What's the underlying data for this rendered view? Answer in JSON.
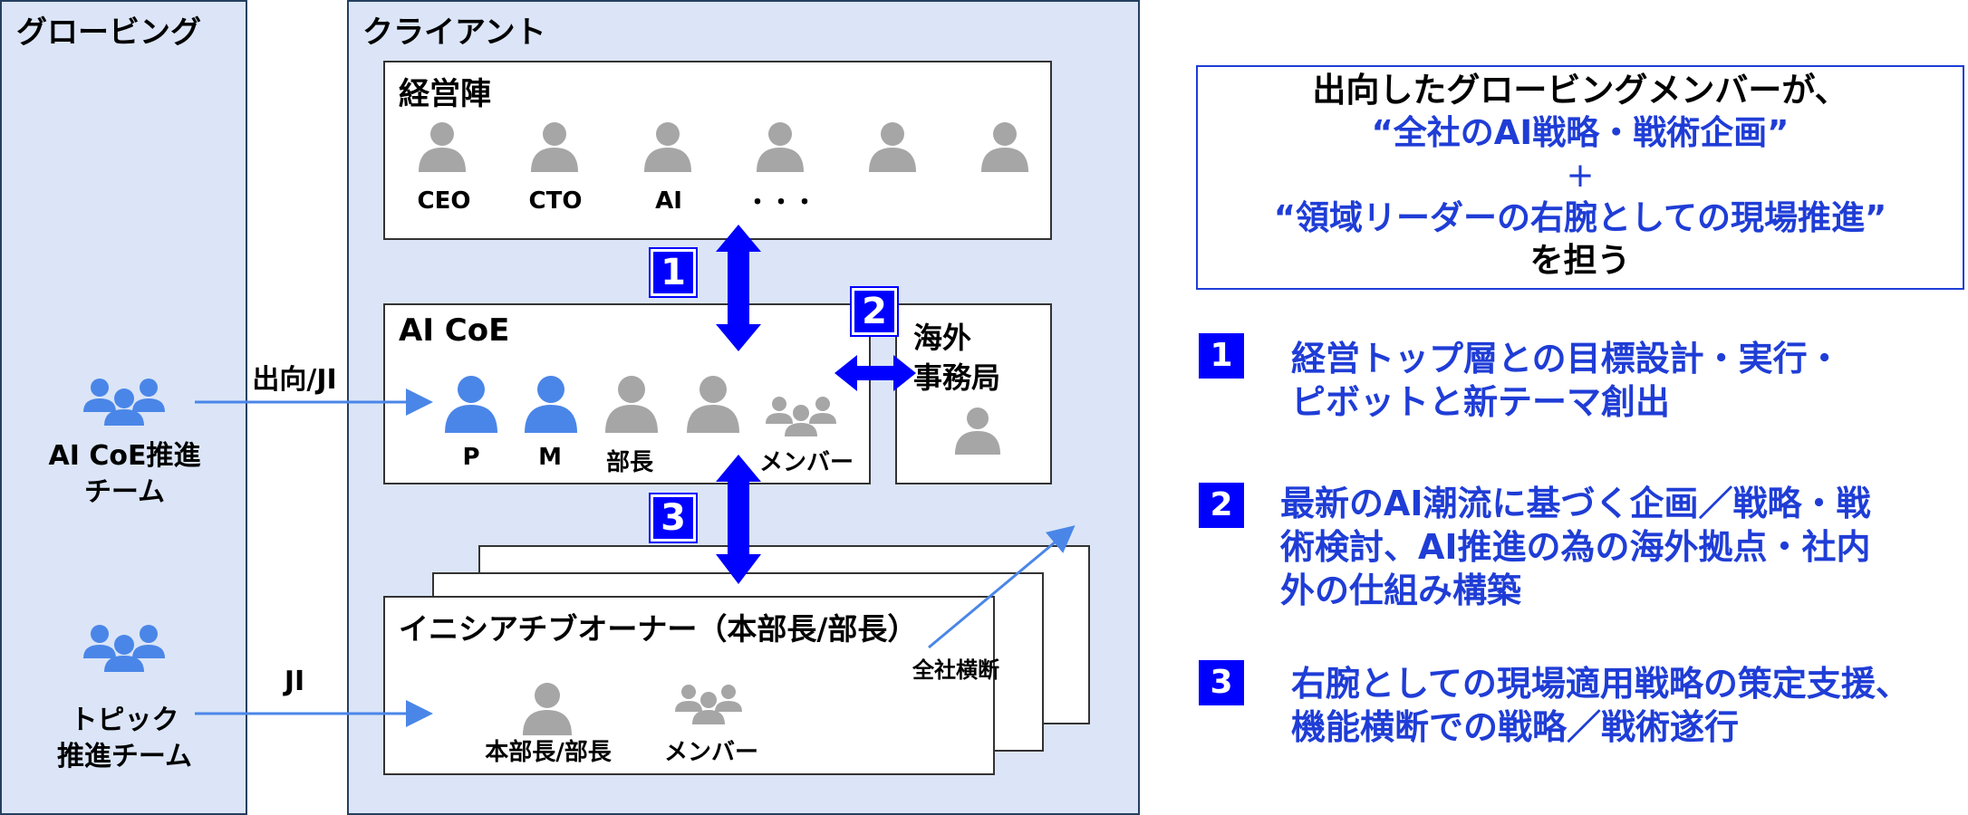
{
  "left_panel": {
    "title": "グロービング"
  },
  "client_panel": {
    "title": "クライアント"
  },
  "management": {
    "title": "経営陣",
    "people": [
      "CEO",
      "CTO",
      "AI",
      "・・・",
      "",
      ""
    ]
  },
  "coe": {
    "title": "AI CoE",
    "people": [
      "P",
      "M",
      "部長",
      "",
      "メンバー"
    ]
  },
  "overseas": {
    "title_line1": "海外",
    "title_line2": "事務局"
  },
  "initiative": {
    "title": "イニシアチブオーナー（本部長/部長）",
    "cross_label": "全社横断",
    "people": [
      "本部長/部長",
      "メンバー"
    ]
  },
  "left_teams": {
    "coe_team_line1": "AI CoE推進",
    "coe_team_line2": "チーム",
    "topic_team_line1": "トピック",
    "topic_team_line2": "推進チーム"
  },
  "arrow_labels": {
    "secondment": "出向/JI",
    "ji": "JI"
  },
  "badges": [
    "1",
    "2",
    "3"
  ],
  "summary": {
    "line1": "出向したグロービングメンバーが、",
    "line2": "“全社のAI戦略・戦術企画”",
    "line3": "+",
    "line4": "“領域リーダーの右腕としての現場推進”",
    "line5": "を担う"
  },
  "items": [
    {
      "num": "1",
      "line1": "経営トップ層との目標設計・実行・",
      "line2": "ピボットと新テーマ創出"
    },
    {
      "num": "2",
      "line1": "最新のAI潮流に基づく企画／戦略・戦",
      "line2": "術検討、AI推進の為の海外拠点・社内",
      "line3": "外の仕組み構築"
    },
    {
      "num": "3",
      "line1": "右腕としての現場適用戦略の策定支援、",
      "line2": "機能横断での戦略／戦術遂行"
    }
  ],
  "colors": {
    "accent_blue": "#0000ff",
    "text_blue": "#1f3dd6",
    "person_gray": "#a6a6a6",
    "person_blue": "#4a86e8",
    "panel_bg": "#dbe5f7"
  }
}
